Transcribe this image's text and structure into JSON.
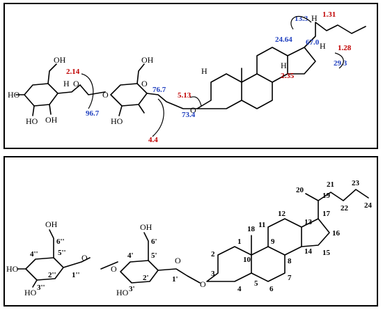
{
  "top_panel": {
    "atoms": {
      "ho_a": "HO",
      "ho_b": "HO",
      "oh_a": "OH",
      "oh_b": "OH",
      "oh_c": "OH",
      "ho_c": "HO",
      "o1": "O",
      "o2": "O",
      "o3": "O",
      "o4": "O",
      "h1": "H",
      "h2": "H",
      "h3": "H",
      "h4": "H",
      "h5": "H"
    },
    "red_shifts": [
      "2.14",
      "5.13",
      "2.35",
      "1.31",
      "1.28",
      "4.4"
    ],
    "blue_shifts": [
      "96.7",
      "76.7",
      "73.4",
      "24.64",
      "67.0",
      "13.3",
      "29.3"
    ]
  },
  "bottom_panel": {
    "atoms": {
      "oh1": "OH",
      "ho1": "HO",
      "ho2": "HO",
      "oh2": "OH",
      "ho3": "HO",
      "o1": "O",
      "o2": "O",
      "o3": "O",
      "o4": "O"
    },
    "numbers": [
      "1",
      "2",
      "3",
      "4",
      "5",
      "6",
      "7",
      "8",
      "9",
      "10",
      "11",
      "12",
      "13",
      "14",
      "15",
      "16",
      "17",
      "18",
      "19",
      "20",
      "21",
      "22",
      "23",
      "24",
      "1'",
      "2'",
      "3'",
      "4'",
      "5'",
      "6'",
      "1''",
      "2''",
      "3''",
      "4''",
      "5''",
      "6''"
    ]
  },
  "colors": {
    "red": "#c00000",
    "blue": "#1f3fbf",
    "border": "#000000"
  }
}
